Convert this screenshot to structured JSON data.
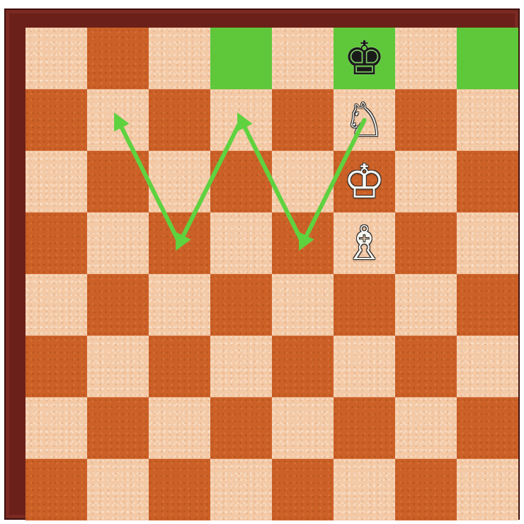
{
  "board": {
    "size": 8,
    "colors": {
      "light_square": "#f3c9a6",
      "dark_square": "#cc6128",
      "highlight": "#5fc83a",
      "frame": "#6b2019",
      "arrow": "#5fd23f"
    },
    "highlighted_squares": [
      "d8",
      "f8",
      "h8"
    ],
    "pieces": [
      {
        "square": "f8",
        "color": "black",
        "type": "king",
        "glyph": "♚",
        "icon": "black-king-icon"
      },
      {
        "square": "f7",
        "color": "white",
        "type": "knight",
        "glyph": "♘",
        "icon": "white-knight-icon"
      },
      {
        "square": "f6",
        "color": "white",
        "type": "king",
        "glyph": "♔",
        "icon": "white-king-icon"
      },
      {
        "square": "f5",
        "color": "white",
        "type": "bishop",
        "glyph": "♗",
        "icon": "white-bishop-icon"
      }
    ],
    "arrow_paths": [
      {
        "squares": [
          "f7",
          "e5",
          "d7",
          "c5",
          "b7"
        ],
        "icon": "move-path-arrow-icon"
      }
    ]
  }
}
